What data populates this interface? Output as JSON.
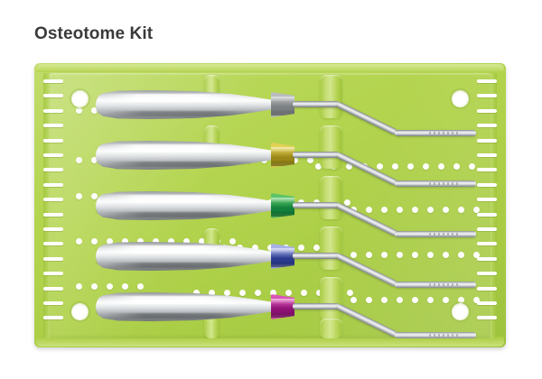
{
  "page": {
    "title": "Osteotome Kit",
    "background_color": "#ffffff",
    "title_color": "#3a3a3a"
  },
  "tray": {
    "name": "sterilization-cassette",
    "color": "#b4d44e",
    "rim_color": "#9cc23b",
    "inner_color": "#bcda62",
    "perforation_color": "#ffffff",
    "corner_hole_count": 4,
    "edge_slot_count_per_side": 17
  },
  "instruments": [
    {
      "index": 1,
      "name": "osteotome-1",
      "band_label": "steel",
      "band_color": "#b9bcbe",
      "band_color_dark": "#7b8083",
      "handle_color": "#d9dcde"
    },
    {
      "index": 2,
      "name": "osteotome-2",
      "band_label": "gold",
      "band_color": "#e3d155",
      "band_color_dark": "#9a8717",
      "handle_color": "#d9dcde"
    },
    {
      "index": 3,
      "name": "osteotome-3",
      "band_label": "green",
      "band_color": "#5ec46a",
      "band_color_dark": "#12813b",
      "handle_color": "#d9dcde"
    },
    {
      "index": 4,
      "name": "osteotome-4",
      "band_label": "blue",
      "band_color": "#a8b2e6",
      "band_color_dark": "#2b3a8e",
      "handle_color": "#d9dcde"
    },
    {
      "index": 5,
      "name": "osteotome-5",
      "band_label": "magenta",
      "band_color": "#d957b8",
      "band_color_dark": "#8e1175",
      "handle_color": "#d9dcde"
    }
  ]
}
